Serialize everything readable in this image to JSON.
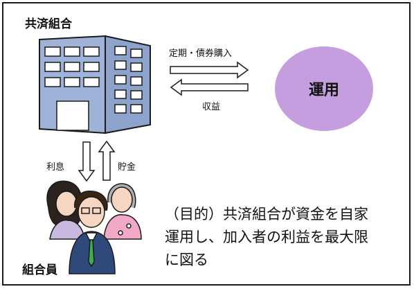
{
  "labels": {
    "cooperative": "共済組合",
    "members": "組合員",
    "deposit_flow": "定期・債券購入",
    "income": "収益",
    "interest": "利息",
    "savings": "貯金",
    "investment": "運用"
  },
  "purpose": {
    "line1": "（目的）共済組合が資金を自家",
    "line2": "運用し、加入者の利益を最大限",
    "line3": "に図る"
  },
  "colors": {
    "building_face": "#9fb3d8",
    "building_side": "#7f95bf",
    "window_fill": "#ffffff",
    "oval_fill": "#c59ee0",
    "arrow_fill": "#ffffff",
    "outline": "#1a1a1a"
  },
  "icons": [
    "office-building-icon",
    "members-group-icon"
  ]
}
